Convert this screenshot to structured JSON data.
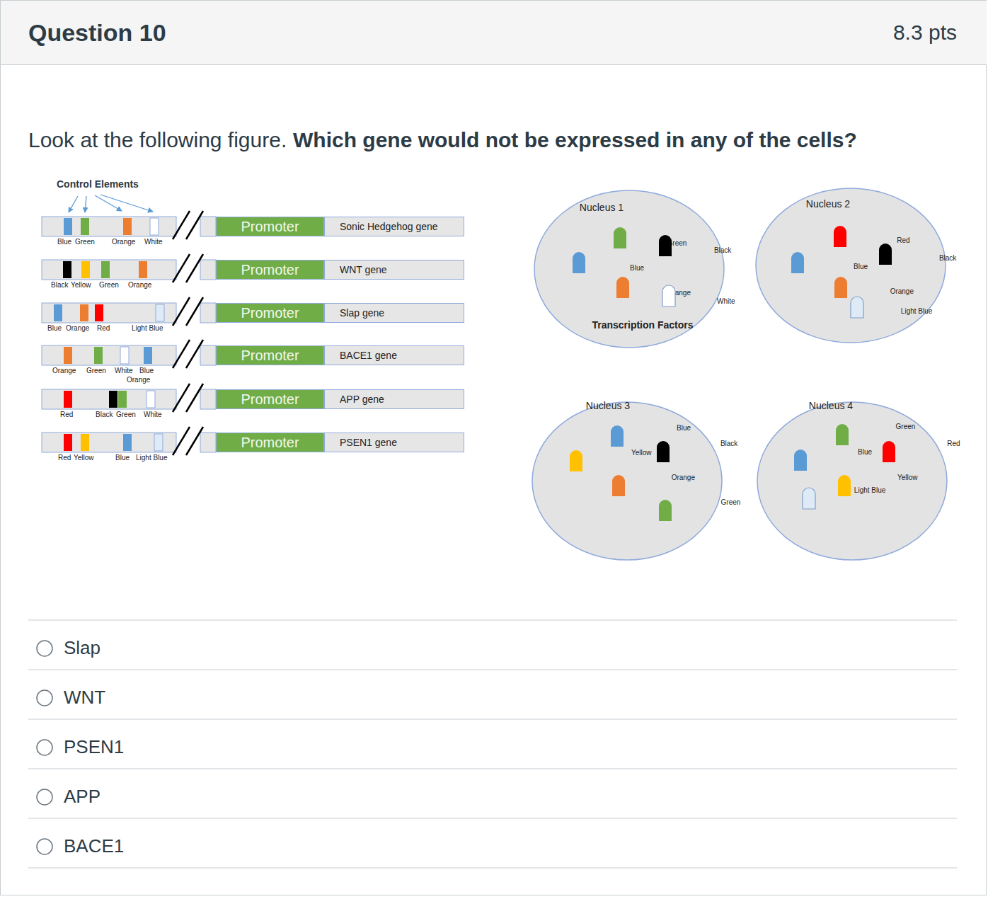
{
  "diagram": {
    "nodes": [
      {
        "text": [
          "Question 10",
          "8.3 pts"
        ]
      },
      {
        "text": [
          "Promoter"
        ]
      },
      {
        "text": [
          "Sonic Hedgehog gene"
        ]
      },
      {
        "text": [
          "Promoter"
        ]
      },
      {
        "text": [
          "WNT gene"
        ]
      },
      {
        "text": [
          "Promoter"
        ]
      },
      {
        "text": [
          "Slap gene"
        ]
      },
      {
        "text": [
          "Promoter"
        ]
      },
      {
        "text": [
          "BACE1 gene"
        ]
      },
      {
        "text": [
          "Promoter"
        ]
      },
      {
        "text": [
          "APP gene"
        ]
      },
      {
        "text": [
          "Promoter"
        ]
      },
      {
        "text": [
          "PSEN1 gene"
        ]
      },
      {
        "text": [
          "Nucleus 1",
          "Transcription Factors"
        ]
      },
      {
        "text": [
          "Green"
        ],
        "in": 13
      },
      {
        "text": [
          "Black"
        ],
        "in": 13
      },
      {
        "text": [
          "Blue"
        ],
        "in": 13
      },
      {
        "text": [
          "Orange"
        ],
        "in": 13
      },
      {
        "text": [
          "White"
        ],
        "in": 13
      },
      {
        "text": [
          "Nucleus 2"
        ]
      },
      {
        "text": [
          "Red"
        ],
        "in": 19
      },
      {
        "text": [
          "Black"
        ],
        "in": 19
      },
      {
        "text": [
          "Blue"
        ],
        "in": 19
      },
      {
        "text": [
          "Orange"
        ],
        "in": 19
      },
      {
        "text": [
          "Light Blue"
        ],
        "in": 19
      },
      {
        "text": [
          "Nucleus 3"
        ]
      },
      {
        "text": [
          "Blue"
        ],
        "in": 25
      },
      {
        "text": [
          "Black"
        ],
        "in": 25
      },
      {
        "text": [
          "Yellow"
        ],
        "in": 25
      },
      {
        "text": [
          "Orange"
        ],
        "in": 25
      },
      {
        "text": [
          "Green"
        ],
        "in": 25
      },
      {
        "text": [
          "Nucleus 4"
        ]
      },
      {
        "text": [
          "Green"
        ],
        "in": 31
      },
      {
        "text": [
          "Red"
        ],
        "in": 31
      },
      {
        "text": [
          "Blue"
        ],
        "in": 31
      },
      {
        "text": [
          "Yellow"
        ],
        "in": 31
      },
      {
        "text": [
          "Light Blue"
        ],
        "in": 31
      }
    ],
    "labels": [
      "Look at the following figure.",
      "Which gene would not be expressed in any of the cells?",
      "Control Elements",
      "Blue",
      "Green",
      "Orange",
      "White",
      "Black",
      "Yellow",
      "Green",
      "Orange",
      "Blue",
      "Orange",
      "Red",
      "Light Blue",
      "Orange",
      "Green",
      "White",
      "Blue",
      "Orange",
      "Red",
      "Black",
      "Green",
      "White",
      "Red",
      "Yellow",
      "Blue",
      "Light Blue",
      "Slap",
      "WNT",
      "PSEN1",
      "APP",
      "BACE1"
    ]
  }
}
